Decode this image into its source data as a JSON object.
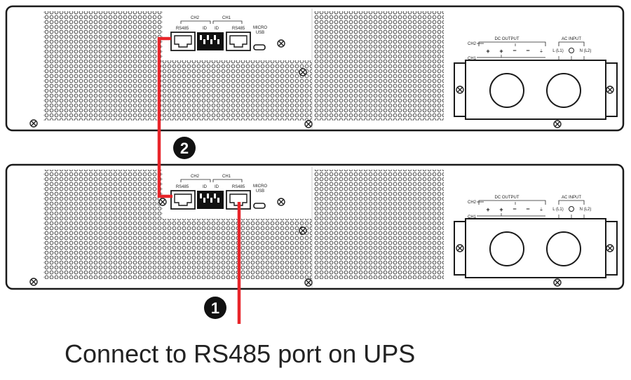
{
  "caption": "Connect to RS485 port on UPS",
  "colors": {
    "cable": "#e8252a",
    "outline": "#1a1a1a",
    "badge": "#111111"
  },
  "callouts": [
    {
      "number": "1"
    },
    {
      "number": "2"
    }
  ],
  "units": [
    {
      "labels": {
        "ch2": "CH2",
        "ch1": "CH1",
        "rs485_left": "RS485",
        "id_left": "ID",
        "id_right": "ID",
        "rs485_right": "RS485",
        "micro_usb_1": "MICRO",
        "micro_usb_2": "USB",
        "dc_output": "DC OUTPUT",
        "ac_input": "AC INPUT",
        "dc_ch2": "CH2",
        "dc_ch1": "CH1",
        "l": "L (L1)",
        "n": "N (L2)"
      }
    },
    {
      "labels": {
        "ch2": "CH2",
        "ch1": "CH1",
        "rs485_left": "RS485",
        "id_left": "ID",
        "id_right": "ID",
        "rs485_right": "RS485",
        "micro_usb_1": "MICRO",
        "micro_usb_2": "USB",
        "dc_output": "DC OUTPUT",
        "ac_input": "AC INPUT",
        "dc_ch2": "CH2",
        "dc_ch1": "CH1",
        "l": "L (L1)",
        "n": "N (L2)"
      }
    }
  ]
}
